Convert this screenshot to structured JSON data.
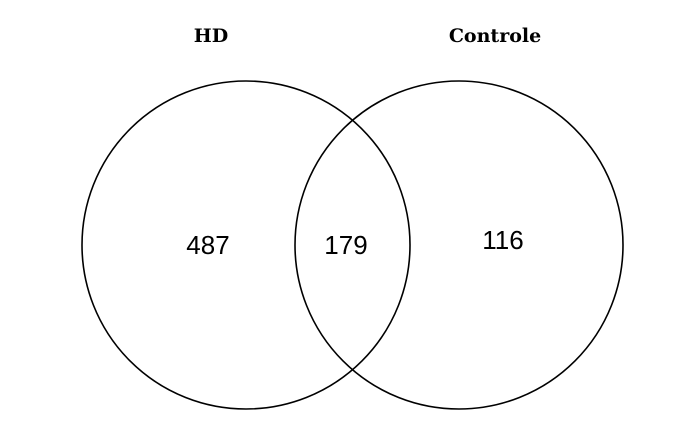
{
  "diagram": {
    "type": "venn",
    "sets": [
      {
        "name": "HD"
      },
      {
        "name": "Controle"
      }
    ],
    "regions": {
      "only_left": "487",
      "intersection": "179",
      "only_right": "116"
    },
    "stroke_color": "#000000",
    "background": "#ffffff"
  }
}
